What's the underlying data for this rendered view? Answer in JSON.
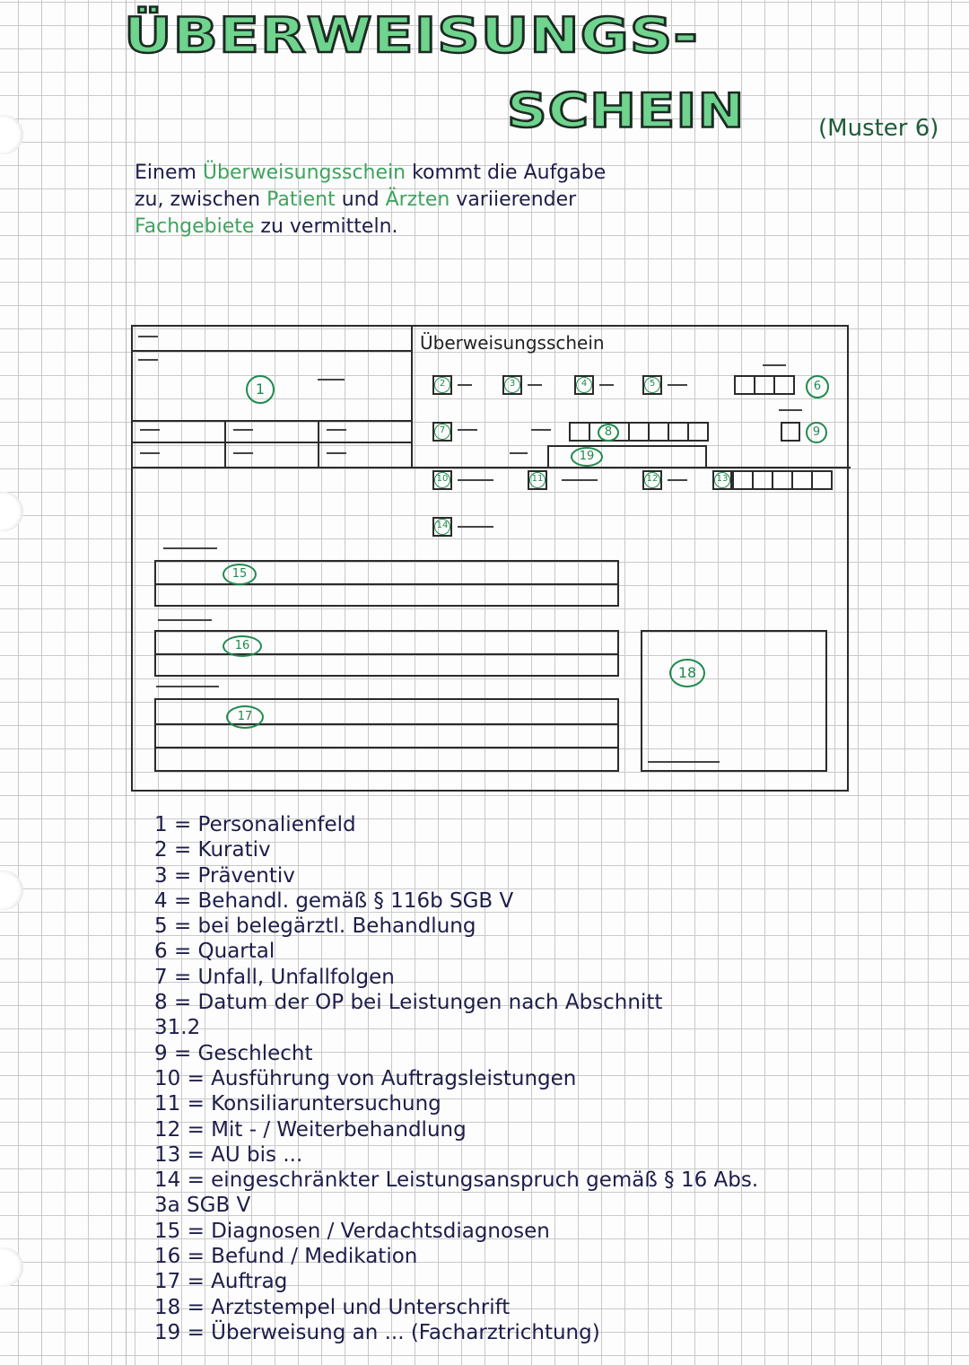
{
  "title": {
    "line1": "ÜBERWEISUNGS-",
    "line2": "SCHEIN",
    "muster": "(Muster 6)"
  },
  "intro": {
    "line1_a": "Einem ",
    "line1_green": "Überweisungsschein",
    "line1_b": " kommt die Aufgabe",
    "line2_a": "zu, zwischen ",
    "line2_green1": "Patient",
    "line2_b": " und ",
    "line2_green2": "Ärzten",
    "line2_c": " variierender",
    "line3_green": "Fachgebiete",
    "line3_b": " zu vermitteln."
  },
  "form": {
    "title": "Überweisungsschein",
    "markers": [
      "1",
      "2",
      "3",
      "4",
      "5",
      "6",
      "7",
      "8",
      "9",
      "10",
      "11",
      "12",
      "13",
      "14",
      "15",
      "16",
      "17",
      "18",
      "19"
    ]
  },
  "legend": [
    "1 = Personalienfeld",
    "2 = Kurativ",
    "3 = Präventiv",
    "4 = Behandl. gemäß § 116b SGB V",
    "5 = bei belegärztl. Behandlung",
    "6 = Quartal",
    "7 = Unfall, Unfallfolgen",
    "8 = Datum der OP bei Leistungen nach Abschnitt",
    "      31.2",
    "9 = Geschlecht",
    "10 = Ausführung von Auftragsleistungen",
    "11 = Konsiliaruntersuchung",
    "12 = Mit - / Weiterbehandlung",
    "13 = AU bis ...",
    "14 = eingeschränkter Leistungsanspruch gemäß § 16 Abs.",
    "      3a SGB V",
    "15 = Diagnosen / Verdachtsdiagnosen",
    "16 = Befund / Medikation",
    "17 = Auftrag",
    "18 = Arztstempel und Unterschrift",
    "19 = Überweisung an ... (Facharztrichtung)"
  ]
}
